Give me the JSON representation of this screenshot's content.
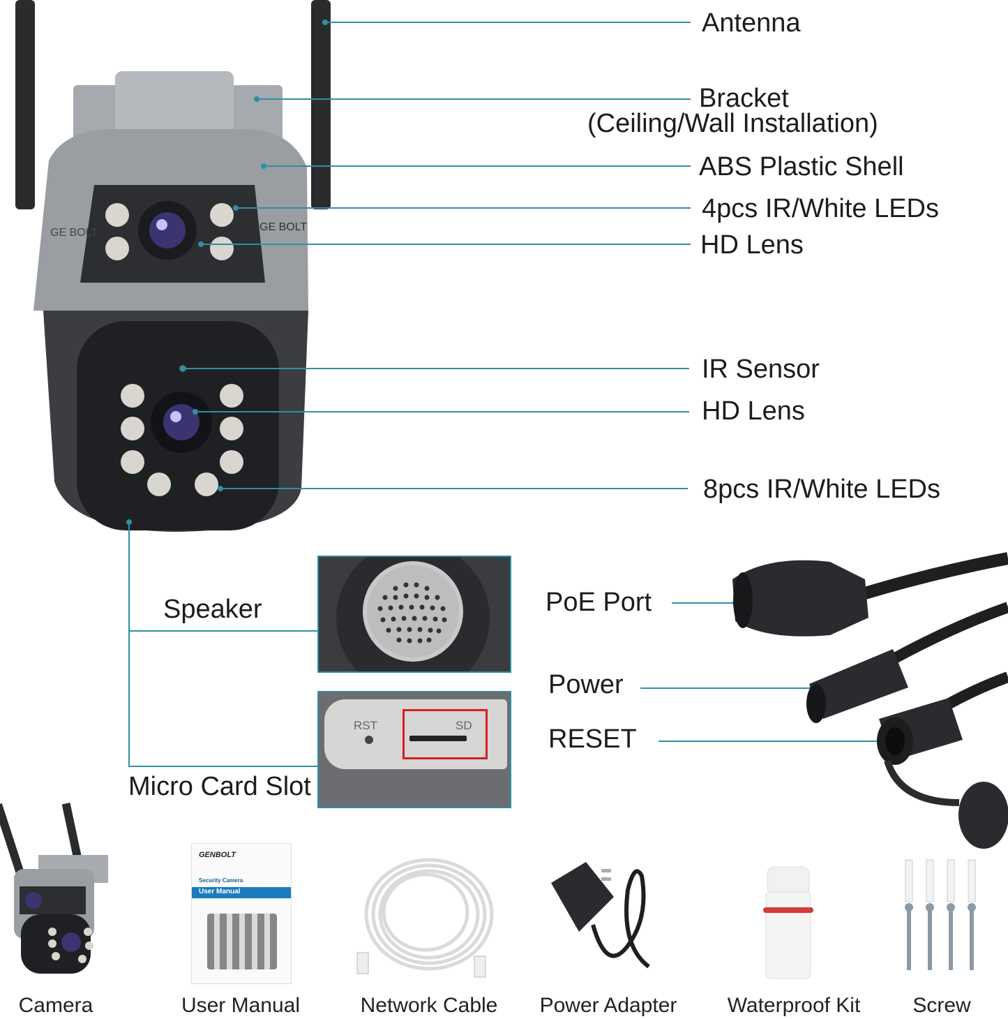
{
  "callouts": {
    "antenna": "Antenna",
    "bracket_line1": "Bracket",
    "bracket_line2": "(Ceiling/Wall Installation)",
    "shell": "ABS Plastic Shell",
    "leds_top": "4pcs IR/White LEDs",
    "lens_top": "HD Lens",
    "ir_sensor": "IR Sensor",
    "lens_bottom": "HD Lens",
    "leds_bottom": "8pcs IR/White LEDs",
    "speaker": "Speaker",
    "micro_card_slot": "Micro Card Slot",
    "poe_port": "PoE Port",
    "power": "Power",
    "reset": "RESET"
  },
  "camera_body": {
    "brand_left": "GE BOLT",
    "brand_right": "GE BOLT"
  },
  "sd_panel": {
    "rst_label": "RST",
    "sd_label": "SD"
  },
  "package": {
    "manual_brand": "GENBOLT",
    "manual_subtitle": "Security Camera",
    "manual_title": "User Manual",
    "items": [
      {
        "label": "Camera"
      },
      {
        "label": "User Manual"
      },
      {
        "label": "Network Cable"
      },
      {
        "label": "Power Adapter"
      },
      {
        "label": "Waterproof Kit"
      },
      {
        "label": "Screw"
      }
    ]
  },
  "colors": {
    "leader_line": "#2f8fa6",
    "highlight_box": "#d42020",
    "camera_silver": "#9a9ea3",
    "camera_dark": "#2a2c2f"
  }
}
